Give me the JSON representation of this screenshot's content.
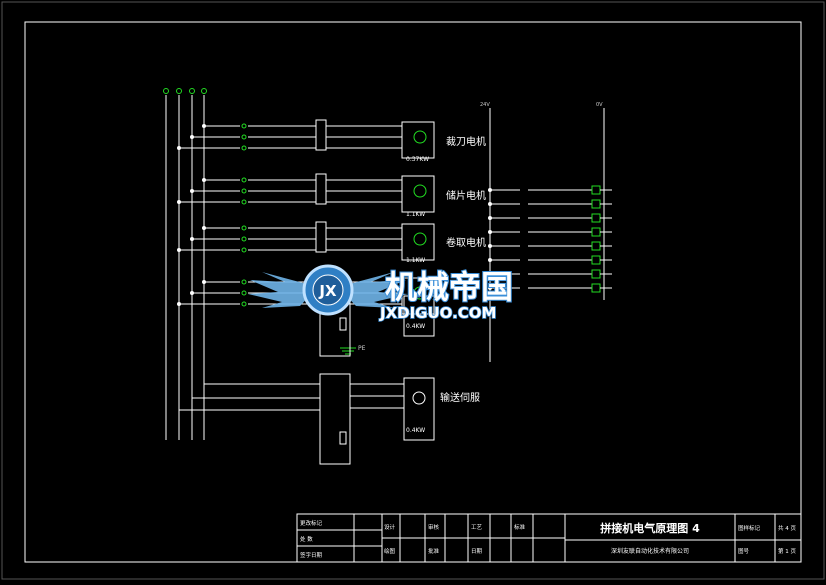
{
  "colors": {
    "background": "#000000",
    "frame": "#ffffff",
    "wire": "#ffffff",
    "ground": "#22dd22",
    "label_small": "#cccccc",
    "watermark_blue": "#4fa3e0",
    "watermark_white": "#ffffff"
  },
  "diagram": {
    "motors": [
      {
        "label": "裁刀电机",
        "power": "0.37KW"
      },
      {
        "label": "储片电机",
        "power": "1.1KW"
      },
      {
        "label": "卷取电机",
        "power": "1.1KW"
      },
      {
        "label": "",
        "power": "0.4KW"
      },
      {
        "label": "输送伺服",
        "power": "0.4KW"
      }
    ],
    "pe_label": "PE"
  },
  "watermark": {
    "text_cn": "机械帝国",
    "text_en": "JXDIGUO.COM",
    "logo": "JX"
  },
  "title_block": {
    "title": "拼接机电气原理图 4",
    "company": "深圳友联自动化技术有限公司",
    "left_labels": [
      "更改标记",
      "处 数",
      "签字日期"
    ],
    "row_labels_top": [
      "设计",
      "审核",
      "工艺",
      "标准"
    ],
    "row_labels_bottom": [
      "绘图",
      "批准",
      "日期",
      ""
    ],
    "sheet_total": "共 4 页",
    "sheet_no": "第 1 页",
    "doc_label": "图样标记",
    "doc_no_label": "图号"
  }
}
